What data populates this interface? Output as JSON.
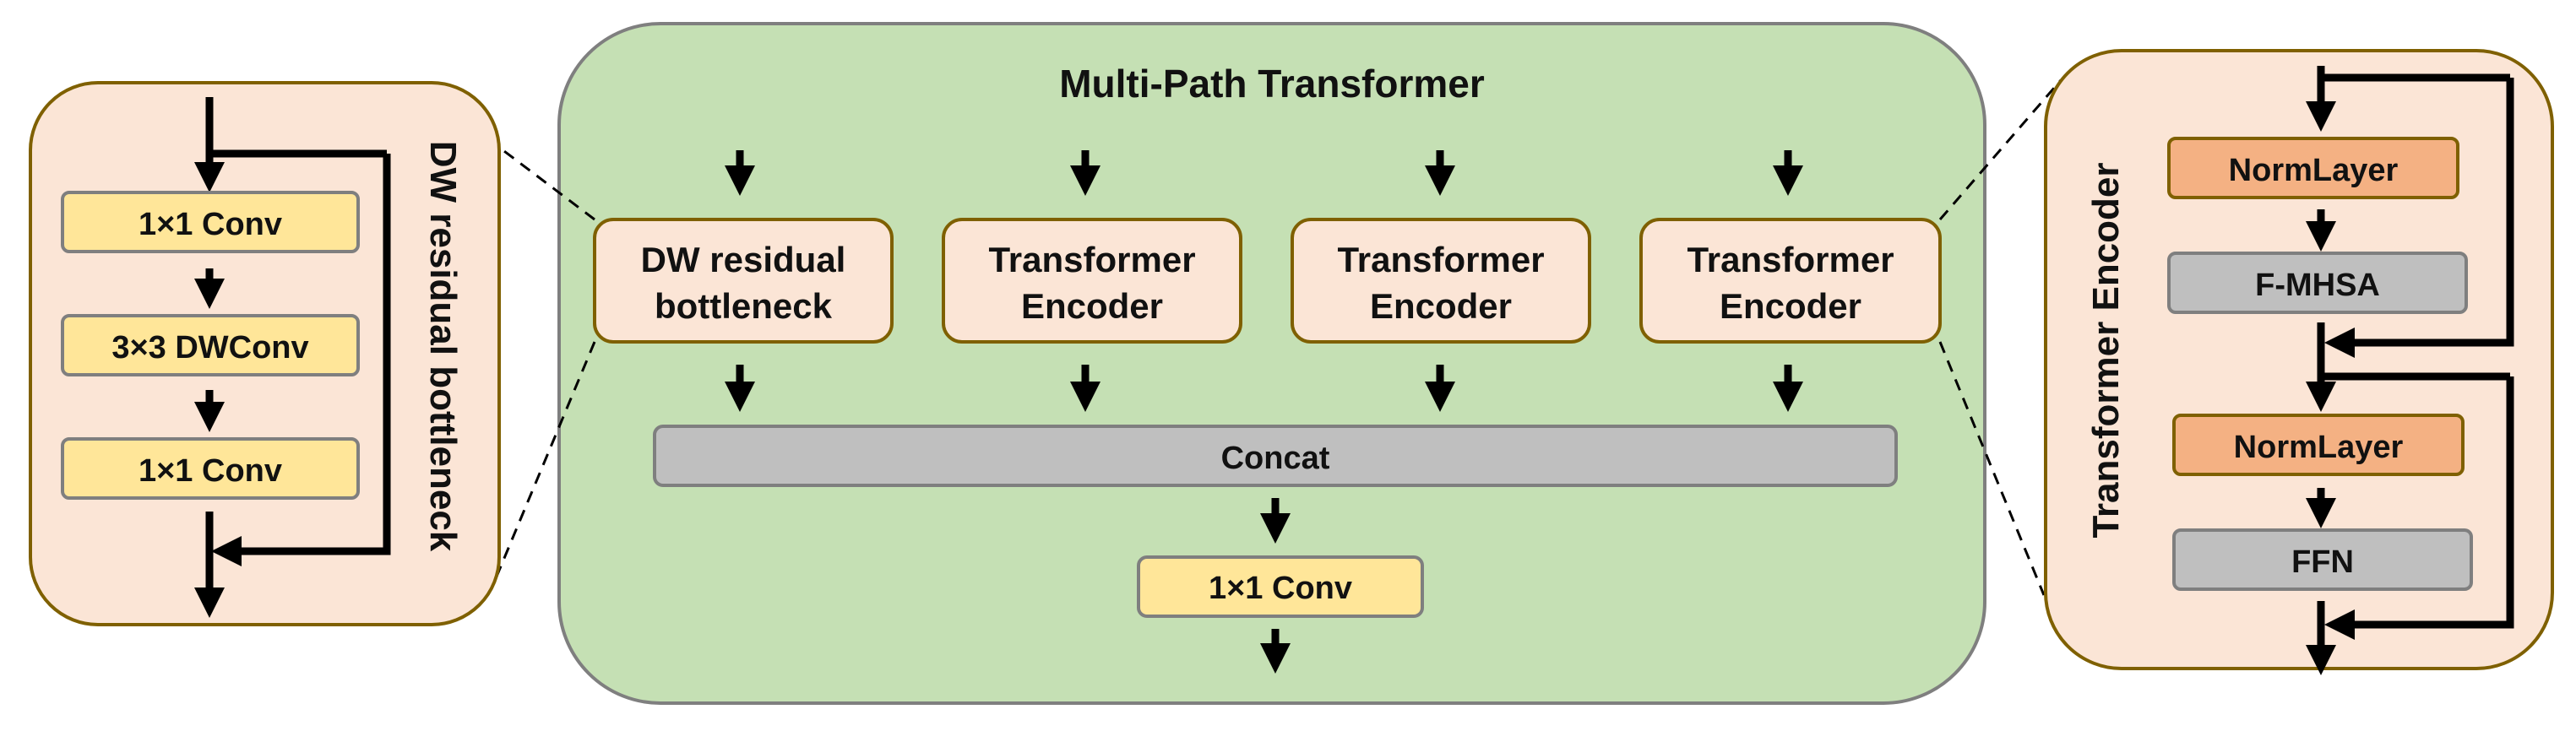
{
  "main": {
    "title": "Multi-Path Transformer",
    "paths": [
      {
        "line1": "DW residual",
        "line2": "bottleneck"
      },
      {
        "line1": "Transformer",
        "line2": "Encoder"
      },
      {
        "line1": "Transformer",
        "line2": "Encoder"
      },
      {
        "line1": "Transformer",
        "line2": "Encoder"
      }
    ],
    "concat_label": "Concat",
    "conv_label": "1×1 Conv"
  },
  "left_panel": {
    "title": "DW residual bottleneck",
    "layers": [
      "1×1 Conv",
      "3×3 DWConv",
      "1×1 Conv"
    ]
  },
  "right_panel": {
    "title": "Transformer Encoder",
    "layers": [
      "NormLayer",
      "F-MHSA",
      "NormLayer",
      "FFN"
    ]
  },
  "colors": {
    "main_bg": "#c5e0b4",
    "panel_bg": "#fbe5d6",
    "panel_border": "#7f6000",
    "conv_fill": "#ffe699",
    "norm_fill": "#f4b183",
    "gray_fill": "#bfbfbf"
  }
}
